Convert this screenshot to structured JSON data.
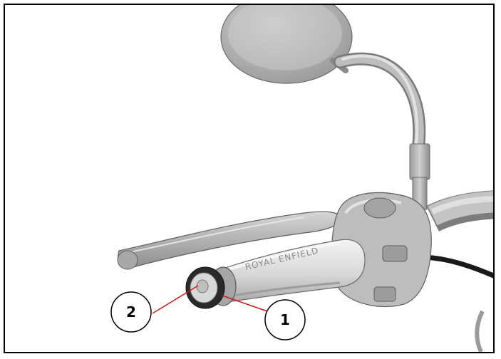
{
  "figure": {
    "subject": "motorcycle left handlebar with clutch lever, mirror, switch cube and bar-end weight",
    "grip_logo_text": "ROYAL ENFIELD",
    "callouts": [
      {
        "label": "1",
        "color": "#d01818"
      },
      {
        "label": "2",
        "color": "#d01818"
      }
    ],
    "colors": {
      "frame": "#000000",
      "part_light": "#e9e9e9",
      "part_mid": "#c8c8c8",
      "part_dark": "#8f8f8f",
      "cable": "#1a1a1a",
      "callout_line": "#d01818"
    }
  }
}
